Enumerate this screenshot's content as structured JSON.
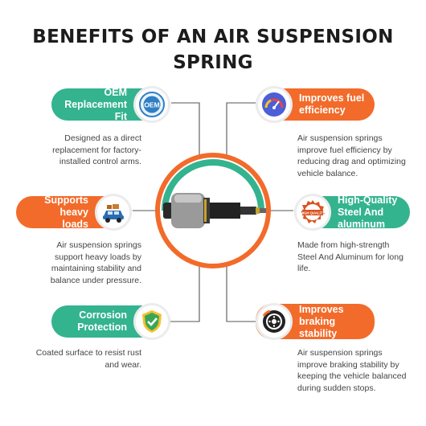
{
  "title_line1": "BENEFITS OF AN AIR SUSPENSION",
  "title_line2": "SPRING",
  "colors": {
    "teal": "#34b38f",
    "orange": "#f26b2a",
    "line": "#555555"
  },
  "benefits": [
    {
      "label_line1": "OEM",
      "label_line2": "Replacement Fit",
      "icon": "oem-seal-icon",
      "icon_text": "OEM",
      "description": [
        "Designed as a direct",
        "replacement for factory-",
        "installed control arms."
      ]
    },
    {
      "label_line1": "Improves fuel",
      "label_line2": "efficiency",
      "icon": "fuel-gauge-icon",
      "description": [
        "Air suspension springs",
        "improve fuel efficiency by",
        "reducing drag and optimizing",
        "vehicle balance."
      ]
    },
    {
      "label_line1": "Supports heavy",
      "label_line2": "loads",
      "icon": "loaded-car-icon",
      "description": [
        "Air suspension springs",
        "support heavy loads by",
        "maintaining stability and",
        "balance under pressure."
      ]
    },
    {
      "label_line1": "High-Quality",
      "label_line2": "Steel And",
      "label_line3": "aluminum",
      "icon": "high-quality-badge-icon",
      "icon_text": "HIGH QUALITY",
      "description": [
        "Made from high-strength",
        "Steel And Aluminum for long",
        "life."
      ]
    },
    {
      "label_line1": "Corrosion",
      "label_line2": "Protection",
      "icon": "shield-check-icon",
      "description": [
        "Coated surface to resist rust",
        "and wear."
      ]
    },
    {
      "label_line1": "Improves",
      "label_line2": "braking",
      "label_line3": "stability",
      "icon": "brake-disc-icon",
      "description": [
        "Air suspension springs",
        "improve braking stability by",
        "keeping the vehicle balanced",
        "during sudden stops."
      ]
    }
  ],
  "center_image": "air-suspension-strut"
}
